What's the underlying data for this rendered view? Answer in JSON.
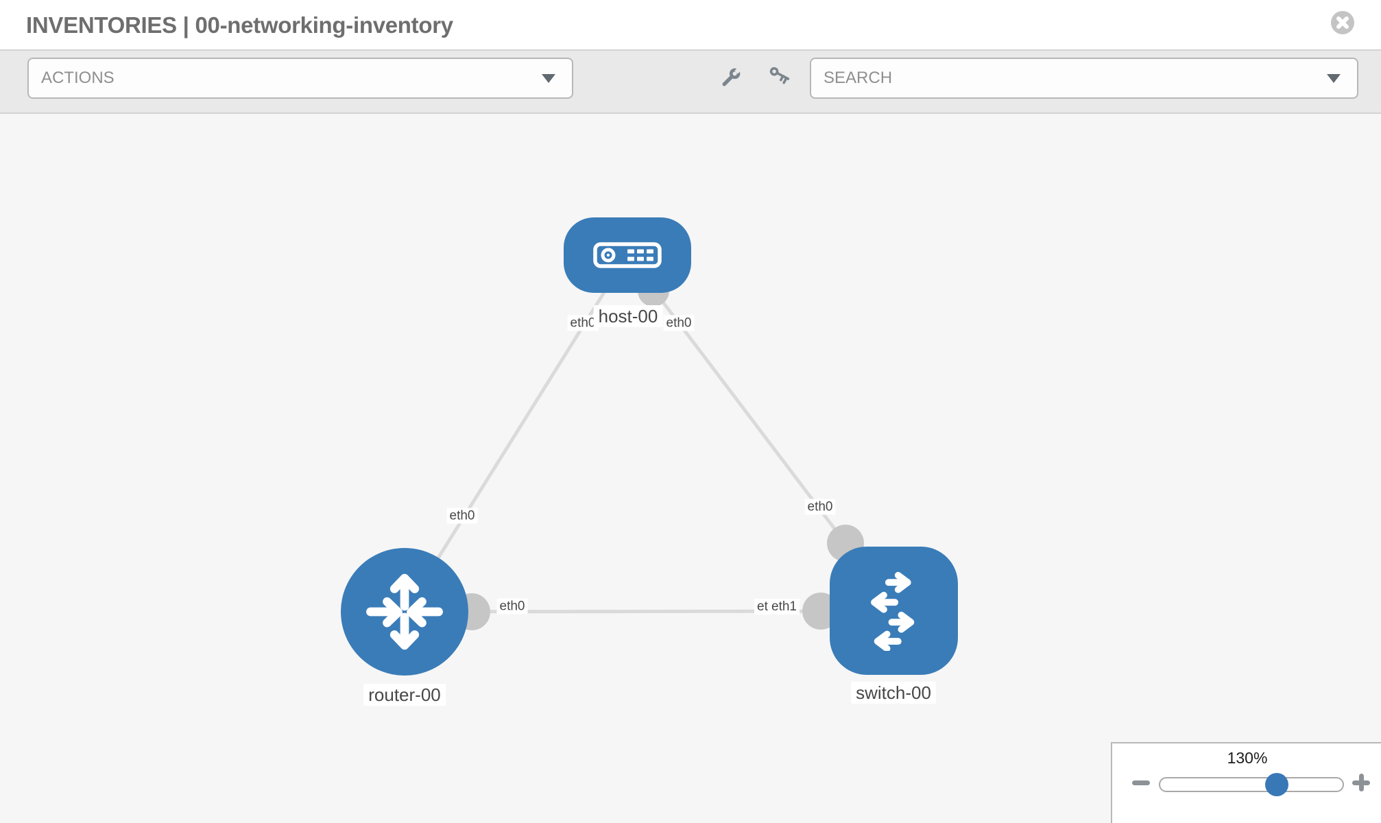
{
  "window": {
    "title": "INVENTORIES | 00-networking-inventory"
  },
  "toolbar": {
    "actions_label": "ACTIONS",
    "search_label": "SEARCH"
  },
  "icons": {
    "close": "close-icon",
    "wrench": "wrench-icon",
    "key": "key-icon",
    "dropdown_caret": "chevron-down-icon",
    "zoom_out": "minus-icon",
    "zoom_in": "plus-icon"
  },
  "topology": {
    "nodes": [
      {
        "label": "host-00",
        "type": "host"
      },
      {
        "label": "router-00",
        "type": "router"
      },
      {
        "label": "switch-00",
        "type": "switch"
      }
    ],
    "links": [
      {
        "from": "host-00",
        "to": "router-00",
        "from_interface": "eth0",
        "to_interface": "eth0"
      },
      {
        "from": "host-00",
        "to": "switch-00",
        "from_interface": "eth0",
        "to_interface": "eth0"
      },
      {
        "from": "router-00",
        "to": "switch-00",
        "from_interface": "eth0",
        "to_interface": "eth1"
      }
    ],
    "overlapped_interface_labels": [
      "eth0",
      "eth1"
    ]
  },
  "zoom_control": {
    "level": "130%"
  },
  "colors": {
    "node_blue": "#3a7cb8",
    "link_gray": "#dadada",
    "endpoint_gray": "#c6c6c6",
    "canvas_bg": "#f6f6f6",
    "toolbar_bg": "#e9e9e9"
  }
}
